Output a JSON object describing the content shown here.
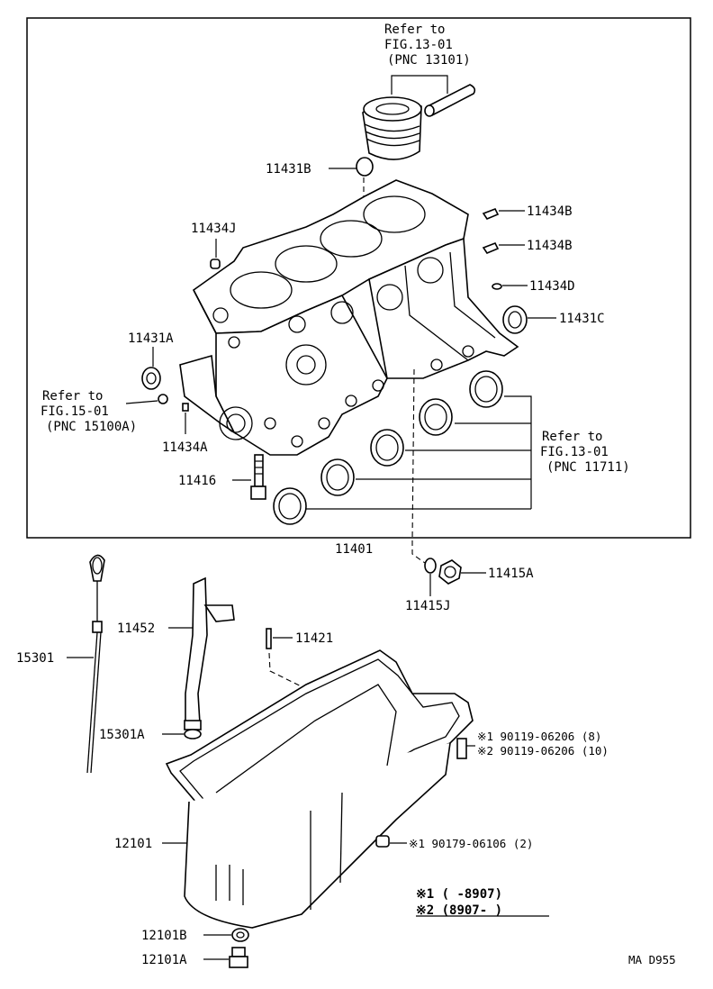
{
  "diagram": {
    "refs": {
      "piston": [
        "Refer to",
        "FIG.13-01",
        "(PNC 13101)"
      ],
      "oil_pump": [
        "Refer to",
        "FIG.15-01",
        "(PNC 15100A)"
      ],
      "bearing": [
        "Refer to",
        "FIG.13-01",
        "(PNC 11711)"
      ]
    },
    "parts": {
      "p11431B": "11431B",
      "p11434J": "11434J",
      "p11434B_1": "11434B",
      "p11434B_2": "11434B",
      "p11434D": "11434D",
      "p11431C": "11431C",
      "p11431A": "11431A",
      "p11434A": "11434A",
      "p11416": "11416",
      "p11401": "11401",
      "p11415A": "11415A",
      "p11415J": "11415J",
      "p11452": "11452",
      "p11421": "11421",
      "p15301": "15301",
      "p15301A": "15301A",
      "p12101": "12101",
      "p12101B": "12101B",
      "p12101A": "12101A"
    },
    "bolts": {
      "b1": "※1 90119-06206 (8)",
      "b2": "※2 90119-06206 (10)",
      "b3": "※1 90179-06106 (2)"
    },
    "legend": {
      "row1": "※1 (      -8907)",
      "row2": "※2 (8907-      )"
    },
    "code": "MA D955"
  }
}
